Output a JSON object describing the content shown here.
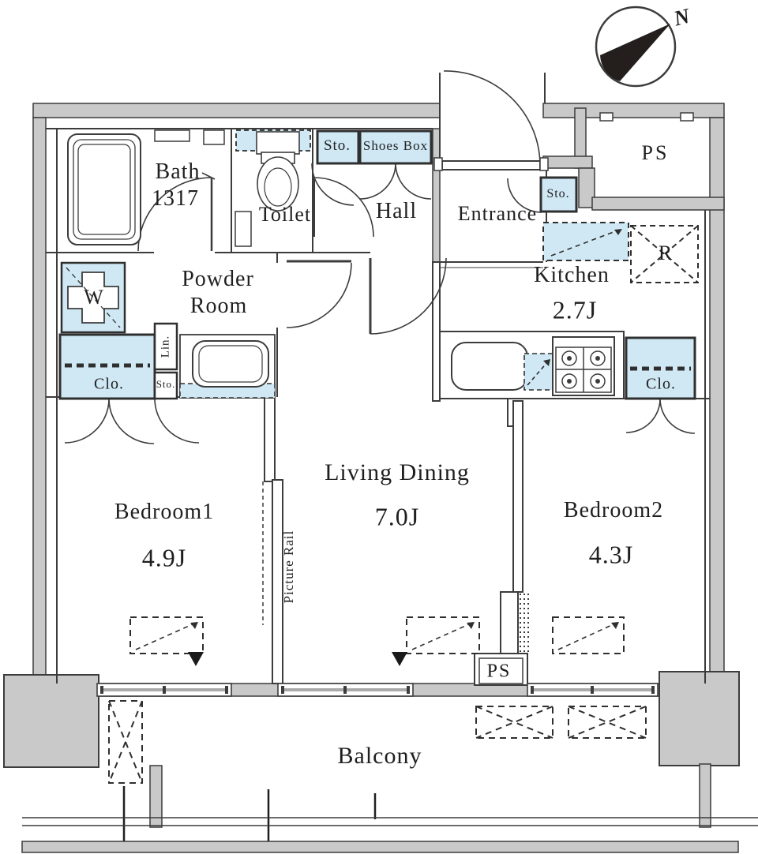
{
  "plan": {
    "compass": {
      "north_label": "N"
    },
    "rooms": {
      "bath": {
        "name": "Bath",
        "size": "1317"
      },
      "toilet": {
        "name": "Toilet"
      },
      "hall": {
        "name": "Hall"
      },
      "entrance": {
        "name": "Entrance"
      },
      "ps_top": {
        "name": "PS"
      },
      "kitchen": {
        "name": "Kitchen",
        "size": "2.7J"
      },
      "powder_room": {
        "line1": "Powder",
        "line2": "Room"
      },
      "living_dining": {
        "name": "Living Dining",
        "size": "7.0J"
      },
      "bedroom1": {
        "name": "Bedroom1",
        "size": "4.9J"
      },
      "bedroom2": {
        "name": "Bedroom2",
        "size": "4.3J"
      },
      "ps_bottom": {
        "name": "PS"
      },
      "balcony": {
        "name": "Balcony"
      }
    },
    "fixtures": {
      "refrigerator_label": "R",
      "washer_label": "W",
      "linen_label": "Lin.",
      "storage_hall_label": "Sto.",
      "storage_entrance_label": "Sto.",
      "storage_powder_label": "Sto.",
      "shoes_box_label": "Shoes Box",
      "closet_powder_label": "Clo.",
      "closet_bedroom2_label": "Clo.",
      "picture_rail_label": "Picture Rail"
    },
    "colors": {
      "wall_gray": "#c9c9c9",
      "fixture_blue": "#cfe8f4",
      "line": "#3c3c3c"
    }
  }
}
